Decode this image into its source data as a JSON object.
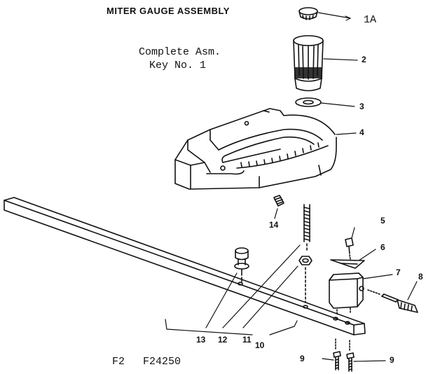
{
  "title": "MITER GAUGE ASSEMBLY",
  "note_line1": "Complete Asm.",
  "note_line2": "Key No. 1",
  "figure_ref_a": "F2",
  "figure_ref_b": "F24250",
  "callouts": {
    "c1a": "1A",
    "c2": "2",
    "c3": "3",
    "c4": "4",
    "c5": "5",
    "c6": "6",
    "c7": "7",
    "c8": "8",
    "c9a": "9",
    "c9b": "9",
    "c10": "10",
    "c11": "11",
    "c12": "12",
    "c13": "13",
    "c14": "14"
  }
}
